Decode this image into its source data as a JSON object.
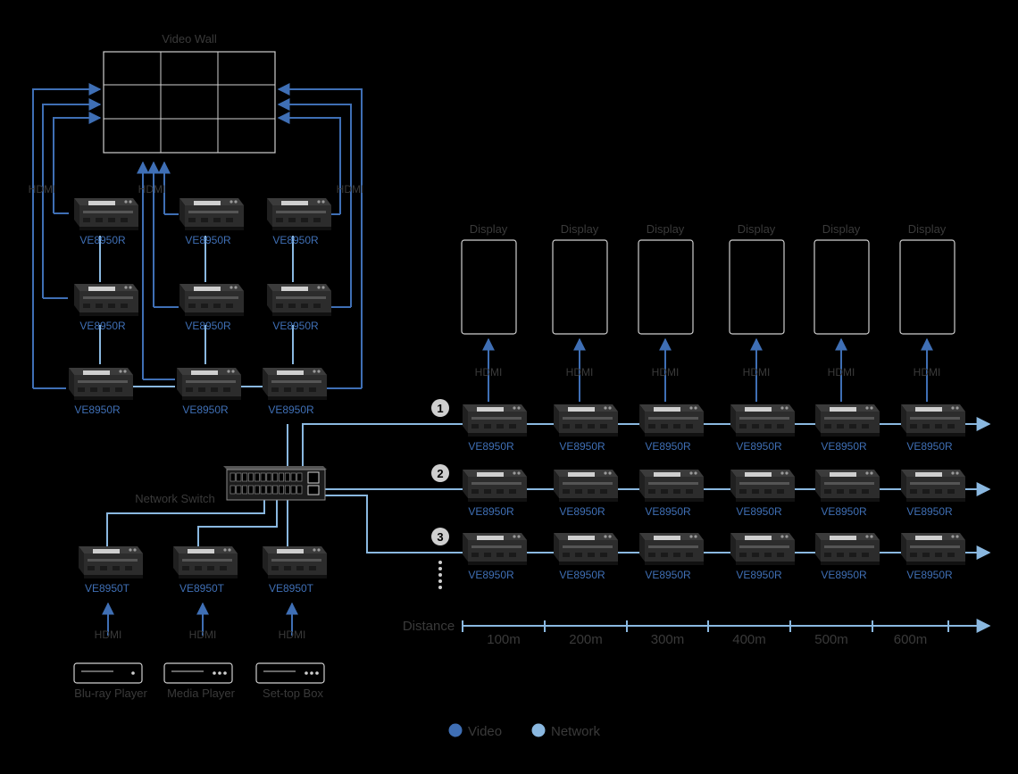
{
  "colors": {
    "background": "#000000",
    "video": "#3f6fb5",
    "network": "#8ab8e0",
    "label_grey": "#3a3a3a",
    "device_label": "#3f6fb5"
  },
  "video_wall": {
    "title": "Video Wall"
  },
  "labels": {
    "hdmi": "HDMI",
    "display": "Display",
    "receiver": "VE8950R",
    "transmitter": "VE8950T",
    "network_switch": "Network Switch",
    "distance": "Distance"
  },
  "sources": [
    {
      "name": "Blu-ray Player",
      "icon": "blu-ray-player-icon"
    },
    {
      "name": "Media Player",
      "icon": "media-player-icon"
    },
    {
      "name": "Set-top Box",
      "icon": "set-top-box-icon"
    }
  ],
  "chains": [
    {
      "number": "1"
    },
    {
      "number": "2"
    },
    {
      "number": "3"
    }
  ],
  "distance_ticks": [
    "100m",
    "200m",
    "300m",
    "400m",
    "500m",
    "600m"
  ],
  "legend": [
    {
      "label": "Video",
      "color": "#3f6fb5"
    },
    {
      "label": "Network",
      "color": "#8ab8e0"
    }
  ]
}
